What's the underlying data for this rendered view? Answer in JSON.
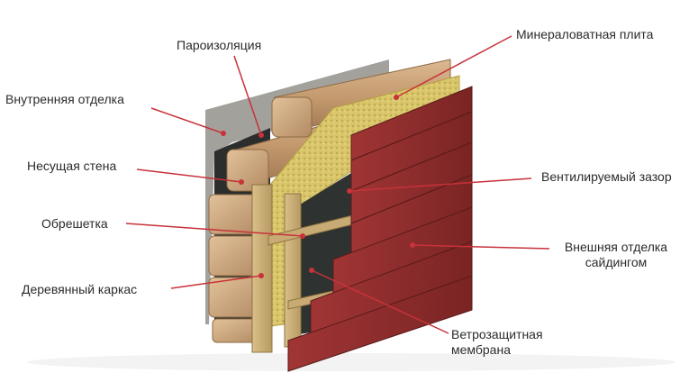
{
  "labels": {
    "vapor_barrier": "Пароизоляция",
    "interior_finish": "Внутренняя отделка",
    "load_bearing_wall": "Несущая стена",
    "battens": "Обрешетка",
    "wood_frame": "Деревянный каркас",
    "mineral_wool": "Минераловатная плита",
    "ventilated_gap": "Вентилируемый зазор",
    "exterior_finish_line1": "Внешняя отделка",
    "exterior_finish_line2": "сайдингом",
    "wind_membrane_line1": "Ветрозащитная",
    "wind_membrane_line2": "мембрана"
  },
  "colors": {
    "leader_line": "#c8323a",
    "siding": "#8e2a2a",
    "timber": "#c9a27a",
    "insulation": "#d8c56a",
    "membrane": "#2e3230",
    "plaster": "#9a9894"
  }
}
